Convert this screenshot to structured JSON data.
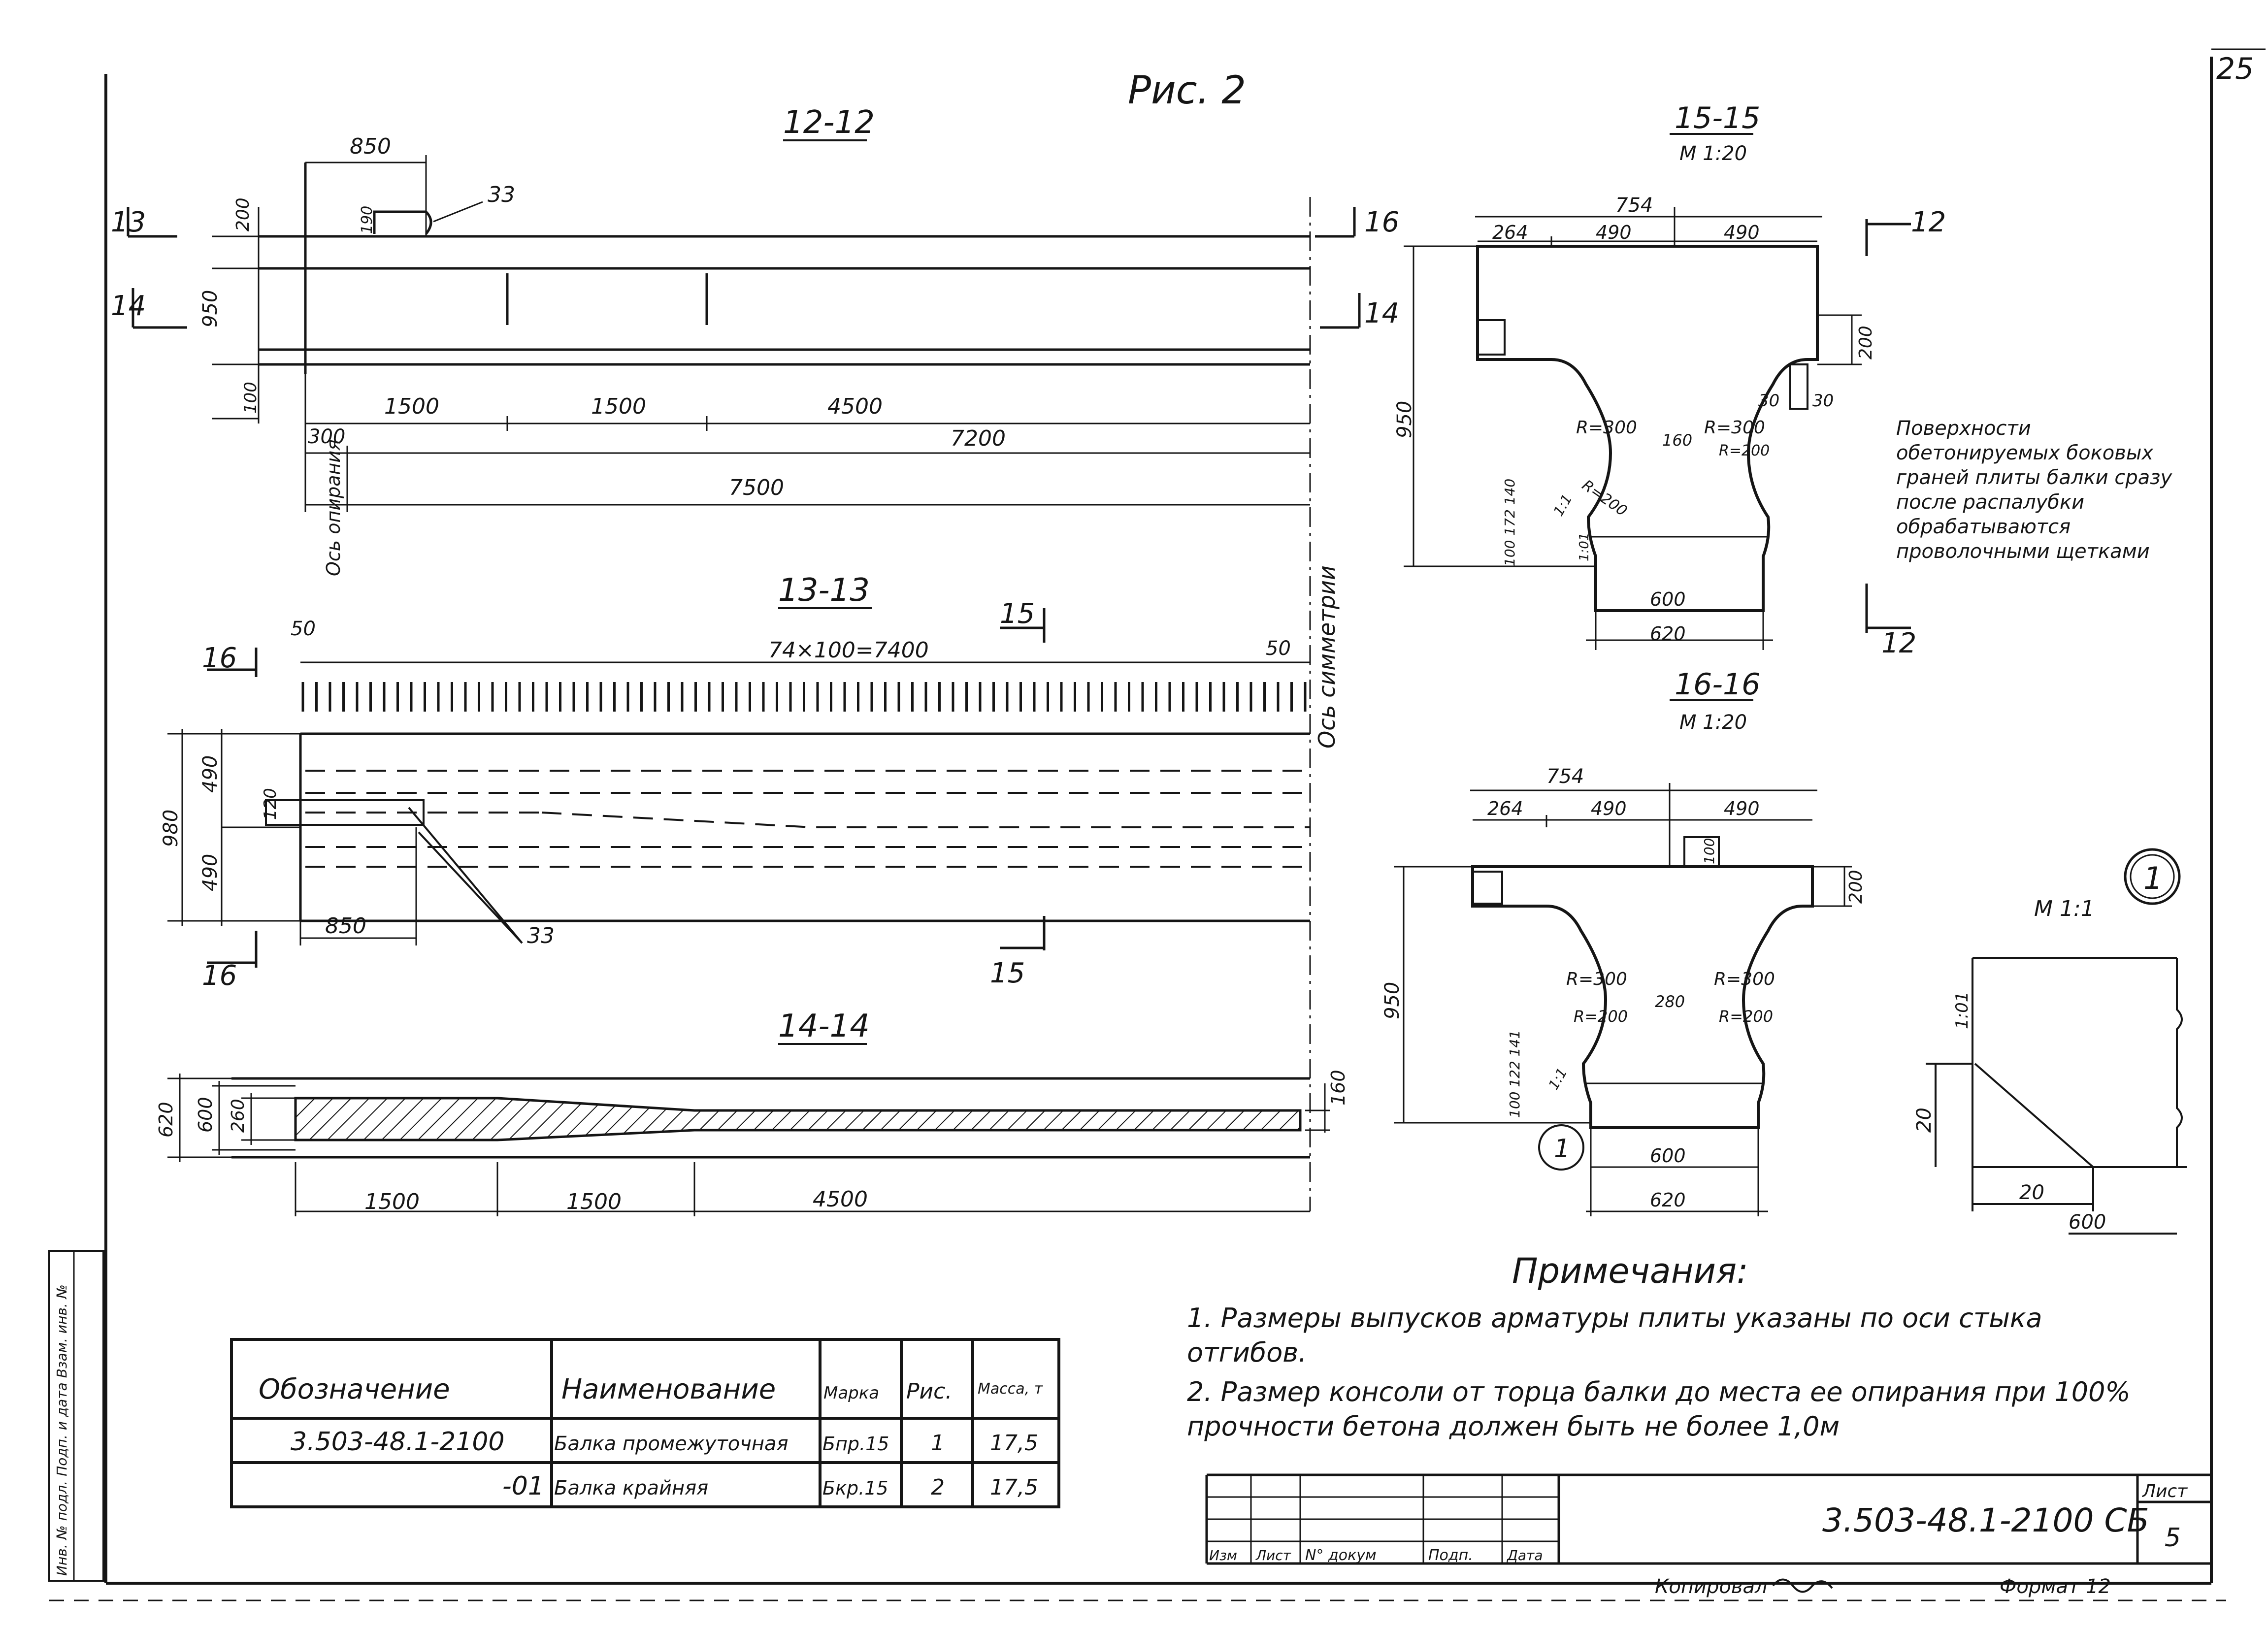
{
  "sheet": {
    "figure_title": "Рис. 2",
    "corner_number": "25",
    "copied_by": "Копировал",
    "format": "Формат 12"
  },
  "views": {
    "v12": {
      "title": "12-12",
      "cut_left": "13",
      "cut_left2": "14",
      "cut_right": "16",
      "cut_right2": "14",
      "dims": {
        "d850": "850",
        "d33": "33",
        "d200": "200",
        "d190": "190",
        "d950": "950",
        "d100": "100",
        "d1500a": "1500",
        "d1500b": "1500",
        "d4500": "4500",
        "d300": "300",
        "d7200": "7200",
        "d7500": "7500"
      },
      "axis_support": "Ось опирания",
      "axis_symmetry": "Ось симметрии"
    },
    "v13": {
      "title": "13-13",
      "cut_left": "16",
      "cut_left2": "16",
      "cut_right": "15",
      "cut_right2": "15",
      "dims": {
        "d50a": "50",
        "d50b": "50",
        "d7400": "74×100=7400",
        "d980": "980",
        "d490a": "490",
        "d490b": "490",
        "d120": "120",
        "d850": "850",
        "d33": "33"
      }
    },
    "v14": {
      "title": "14-14",
      "dims": {
        "d620": "620",
        "d600": "600",
        "d260": "260",
        "d160": "160",
        "d1500a": "1500",
        "d1500b": "1500",
        "d4500": "4500"
      }
    },
    "v15": {
      "title": "15-15",
      "scale": "М 1:20",
      "cut_top": "12",
      "cut_bottom": "12",
      "dims": {
        "d754": "754",
        "d264": "264",
        "d490a": "490",
        "d490b": "490",
        "d200": "200",
        "d30a": "30",
        "d30b": "30",
        "r300a": "R=300",
        "r300b": "R=300",
        "r200a": "R=200",
        "r200b": "R=200",
        "d160": "160",
        "d950": "950",
        "d1_1": "1:1",
        "d1_01": "1:01",
        "d_stack": "100 172 140",
        "d600": "600",
        "d620": "620"
      }
    },
    "v16": {
      "title": "16-16",
      "scale": "М 1:20",
      "callout": "1",
      "dims": {
        "d754": "754",
        "d264": "264",
        "d490a": "490",
        "d490b": "490",
        "d100": "100",
        "d200": "200",
        "r300a": "R=300",
        "r300b": "R=300",
        "r200a": "R=200",
        "r200b": "R=200",
        "d280": "280",
        "d950": "950",
        "d1_1": "1:1",
        "d_stack": "100 122 141",
        "d600": "600",
        "d620": "620"
      }
    },
    "detail": {
      "callout": "1",
      "scale": "М 1:1",
      "dims": {
        "d1_01": "1:01",
        "d20a": "20",
        "d20b": "20",
        "d600": "600"
      }
    }
  },
  "surface_note": "Поверхности обетонируемых боковых граней плиты балки сразу после распалубки обрабатываются проволочными щетками",
  "notes": {
    "title": "Примечания:",
    "items": [
      "1. Размеры выпусков арматуры плиты указаны по оси стыка отгибов.",
      "2. Размер консоли от торца балки до места ее опирания при 100% прочности бетона должен быть не более 1,0м"
    ]
  },
  "spec_table": {
    "headers": [
      "Обозначение",
      "Наименование",
      "Марка",
      "Рис.",
      "Масса, т"
    ],
    "rows": [
      [
        "3.503-48.1-2100",
        "Балка промежуточная",
        "Бпр.15",
        "1",
        "17,5"
      ],
      [
        "-01",
        "Балка крайняя",
        "Бкр.15",
        "2",
        "17,5"
      ]
    ]
  },
  "title_block": {
    "doc_code": "3.503-48.1-2100 СБ",
    "sheet_label": "Лист",
    "sheet_number": "5",
    "cols": [
      "Изм",
      "Лист",
      "N° докум",
      "Подп.",
      "Дата"
    ]
  },
  "side_stamp": "Инв. № подл. Подп. и дата Взам. инв. №"
}
